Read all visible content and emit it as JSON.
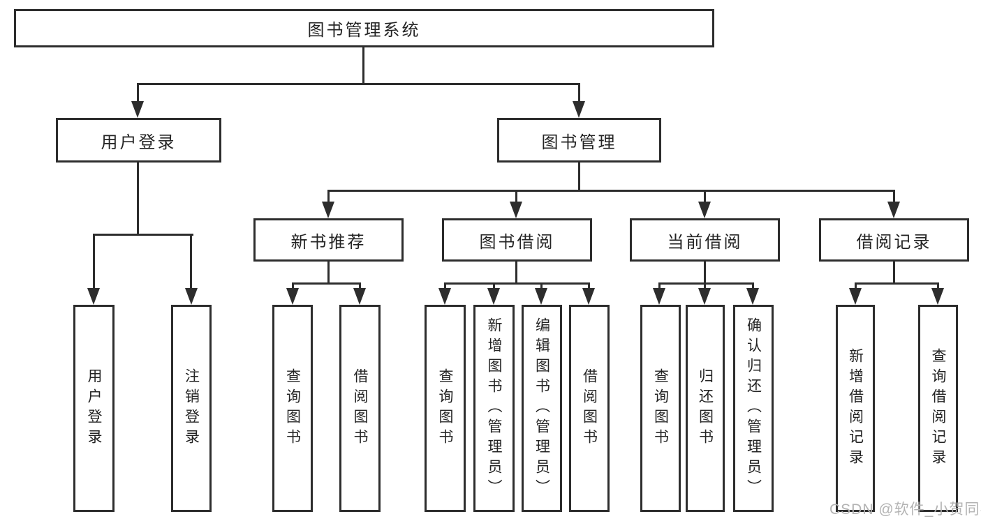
{
  "diagram": {
    "title": "图书管理系统",
    "watermark": "CSDN @软件_小贺同学",
    "colors": {
      "line": "#2d2d2d",
      "box_border": "#2d2d2d",
      "text": "#242424",
      "watermark": "#b3b3b3",
      "background": "#ffffff"
    },
    "nodes": {
      "root": "图书管理系统",
      "user_login": "用户登录",
      "book_management": "图书管理",
      "new_book_recommend": "新书推荐",
      "book_borrow": "图书借阅",
      "current_borrow": "当前借阅",
      "borrow_records": "借阅记录",
      "leaves": {
        "user_login": [
          "用户登录",
          "注销登录"
        ],
        "new_book_recommend": [
          "查询图书",
          "借阅图书"
        ],
        "book_borrow": [
          "查询图书",
          "新增图书（管理员）",
          "编辑图书（管理员）",
          "借阅图书"
        ],
        "current_borrow": [
          "查询图书",
          "归还图书",
          "确认归还（管理员）"
        ],
        "borrow_records": [
          "新增借阅记录",
          "查询借阅记录"
        ]
      }
    }
  }
}
